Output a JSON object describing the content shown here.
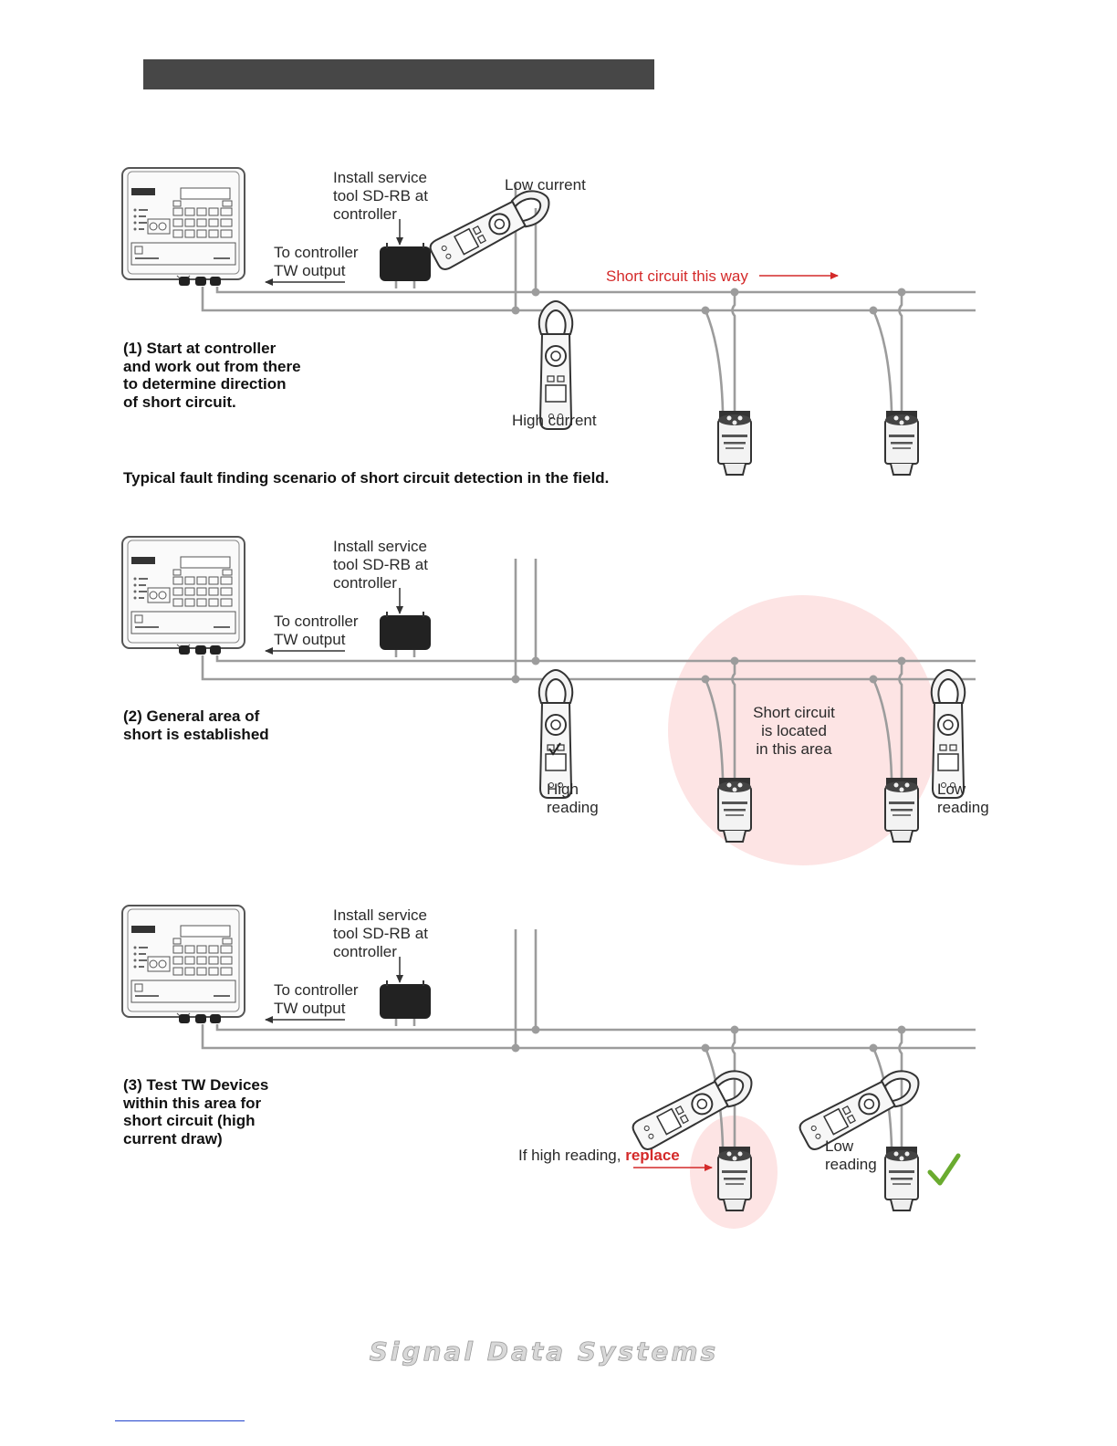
{
  "header_bar": {
    "color": "#474747"
  },
  "panels": [
    {
      "id": "panel-1",
      "service_tool": [
        "Install service",
        "tool SD-RB at",
        "controller"
      ],
      "controller_output": [
        "To controller",
        "TW output"
      ],
      "caption": [
        "(1) Start at controller",
        "and work out from there",
        "to determine direction",
        "of short circuit."
      ],
      "low_current": "Low current",
      "high_current": "High current",
      "short_direction": "Short circuit this way",
      "scenario_title": "Typical fault finding scenario of short circuit detection in the field."
    },
    {
      "id": "panel-2",
      "service_tool": [
        "Install service",
        "tool SD-RB at",
        "controller"
      ],
      "controller_output": [
        "To controller",
        "TW output"
      ],
      "caption": [
        "(2) General area of",
        "short is established"
      ],
      "high_reading": [
        "High",
        "reading"
      ],
      "low_reading": [
        "Low",
        "reading"
      ],
      "short_area": [
        "Short circuit",
        "is located",
        "in this area"
      ]
    },
    {
      "id": "panel-3",
      "service_tool": [
        "Install service",
        "tool SD-RB at",
        "controller"
      ],
      "controller_output": [
        "To controller",
        "TW output"
      ],
      "caption": [
        "(3) Test TW Devices",
        "within this area for",
        "short circuit (high",
        "current draw)"
      ],
      "replace_prefix": "If high reading,",
      "replace_word": "replace",
      "low_reading": [
        "Low",
        "reading"
      ]
    }
  ],
  "colors": {
    "wire": "#9c9c9c",
    "accent_red": "#d42a2a",
    "highlight": "#fde4e4",
    "check": "#6aab2f"
  },
  "icons": [
    "controller-unit-icon",
    "service-tool-icon",
    "clamp-meter-icon",
    "tw-device-icon",
    "check-icon"
  ],
  "footer": {
    "brand": "Signal Data Systems"
  }
}
